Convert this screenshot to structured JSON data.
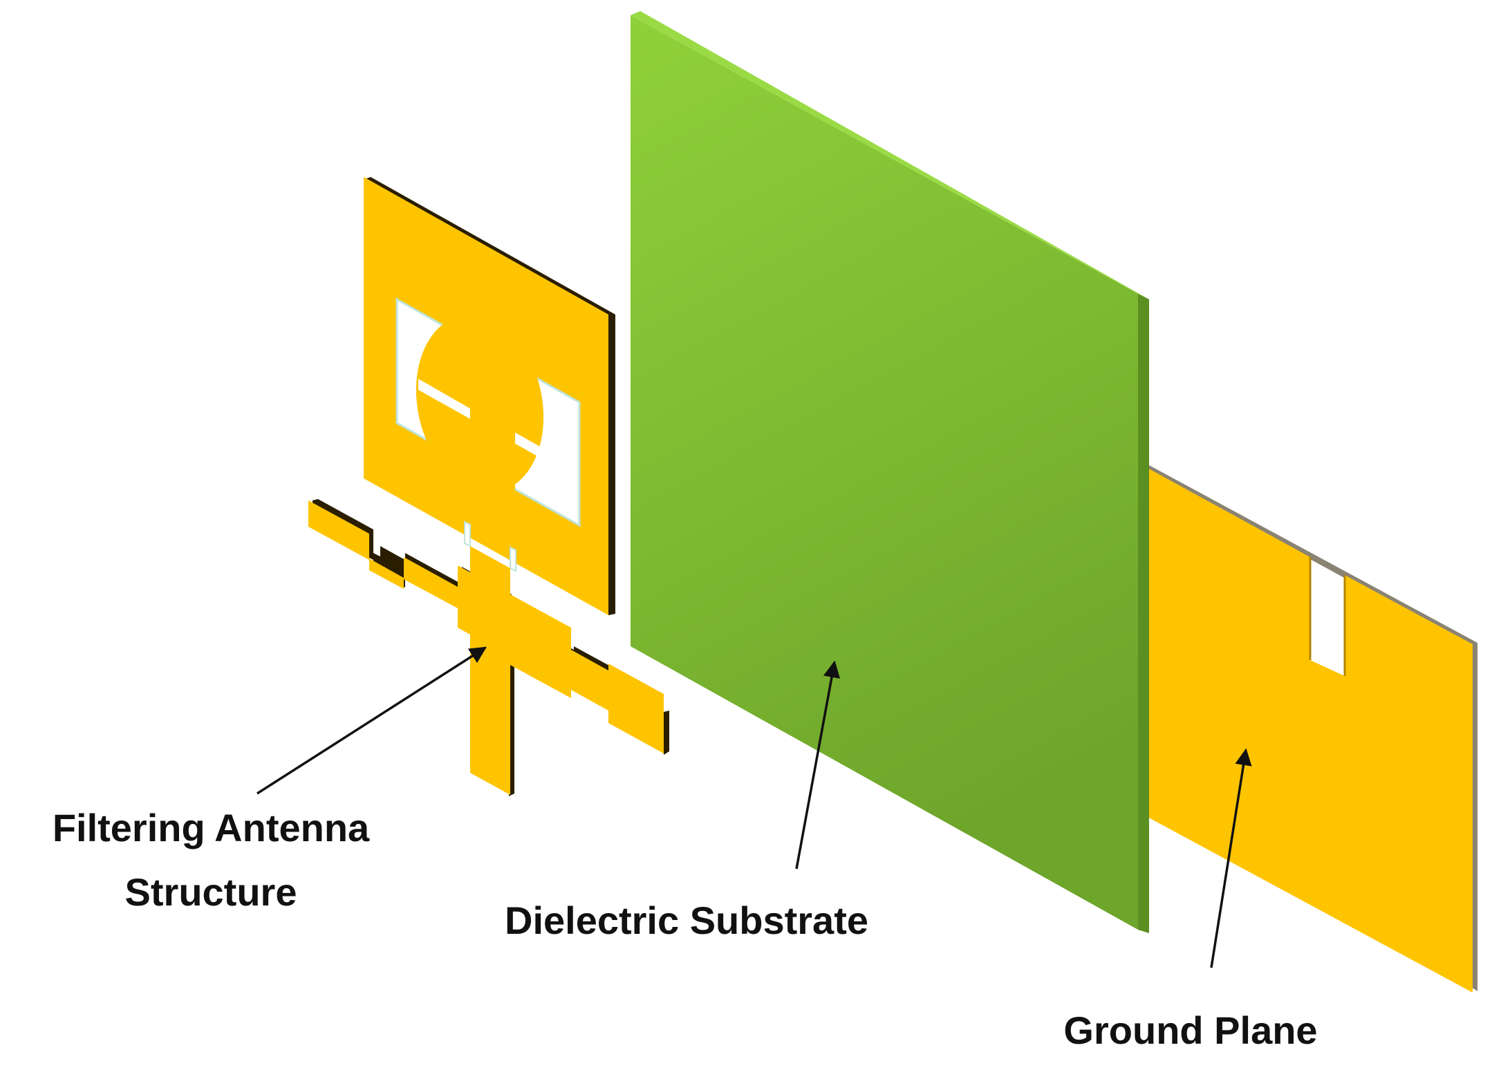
{
  "labels": {
    "filtering_antenna_line1": "Filtering Antenna",
    "filtering_antenna_line2": "Structure",
    "dielectric_substrate": "Dielectric Substrate",
    "ground_plane": "Ground Plane"
  },
  "colors": {
    "copper": "#FFC400",
    "copper_edge": "#2A1E00",
    "substrate_light": "#8FD13A",
    "substrate_dark": "#6EA52B",
    "substrate_edge": "#5C8F22",
    "slot": "#FFFFFF",
    "slot_edge": "#BFE3DA",
    "arrow": "#111111"
  }
}
